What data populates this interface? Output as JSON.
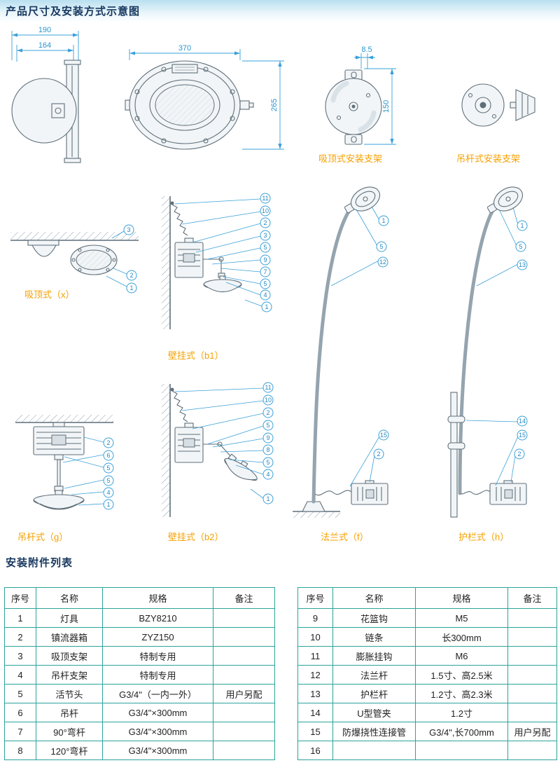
{
  "page": {
    "title_main": "产品尺寸及安装方式示意图",
    "title_accessories": "安装附件列表"
  },
  "drawings": {
    "dim_190": "190",
    "dim_164": "164",
    "dim_370": "370",
    "dim_265": "265",
    "dim_8_5": "8.5",
    "dim_150": "150",
    "bracket_ceiling_label": "吸顶式安装支架",
    "bracket_pole_label": "吊杆式安装支架"
  },
  "installs": {
    "ceiling": {
      "label": "吸顶式（x）",
      "callouts": [
        "3",
        "2",
        "1"
      ]
    },
    "wall1": {
      "label": "壁挂式（b1）",
      "callouts": [
        "11",
        "10",
        "2",
        "3",
        "5",
        "9",
        "7",
        "5",
        "4",
        "1"
      ]
    },
    "pendant": {
      "label": "吊杆式（g）",
      "callouts": [
        "2",
        "6",
        "5",
        "5",
        "4",
        "1"
      ]
    },
    "wall2": {
      "label": "壁挂式（b2）",
      "callouts": [
        "11",
        "10",
        "2",
        "5",
        "9",
        "8",
        "5",
        "4",
        "1"
      ]
    },
    "flange": {
      "label": "法兰式（f）",
      "callouts_top": [
        "1",
        "5",
        "12"
      ],
      "callouts_bottom": [
        "15",
        "2"
      ]
    },
    "rail": {
      "label": "护栏式（h）",
      "callouts_top": [
        "1",
        "5",
        "13"
      ],
      "callouts_bottom": [
        "14",
        "15",
        "2"
      ]
    }
  },
  "colors": {
    "accent_blue": "#3aa0d8",
    "label_orange": "#f5a100",
    "table_border": "#2ba39b",
    "title_navy": "#17375e"
  },
  "tables": {
    "headers": [
      "序号",
      "名称",
      "规格",
      "备注"
    ],
    "left": [
      [
        "1",
        "灯具",
        "BZY8210",
        ""
      ],
      [
        "2",
        "镇流器箱",
        "ZYZ150",
        ""
      ],
      [
        "3",
        "吸顶支架",
        "特制专用",
        ""
      ],
      [
        "4",
        "吊杆支架",
        "特制专用",
        ""
      ],
      [
        "5",
        "活节头",
        "G3/4\"（一内一外）",
        "用户另配"
      ],
      [
        "6",
        "吊杆",
        "G3/4\"×300mm",
        ""
      ],
      [
        "7",
        "90°弯杆",
        "G3/4\"×300mm",
        ""
      ],
      [
        "8",
        "120°弯杆",
        "G3/4\"×300mm",
        ""
      ]
    ],
    "right": [
      [
        "9",
        "花篮钩",
        "M5",
        ""
      ],
      [
        "10",
        "链条",
        "长300mm",
        ""
      ],
      [
        "11",
        "膨胀挂钩",
        "M6",
        ""
      ],
      [
        "12",
        "法兰杆",
        "1.5寸、高2.5米",
        ""
      ],
      [
        "13",
        "护栏杆",
        "1.2寸、高2.3米",
        ""
      ],
      [
        "14",
        "U型管夹",
        "1.2寸",
        ""
      ],
      [
        "15",
        "防爆挠性连接管",
        "G3/4\",长700mm",
        "用户另配"
      ],
      [
        "16",
        "",
        "",
        ""
      ]
    ]
  }
}
